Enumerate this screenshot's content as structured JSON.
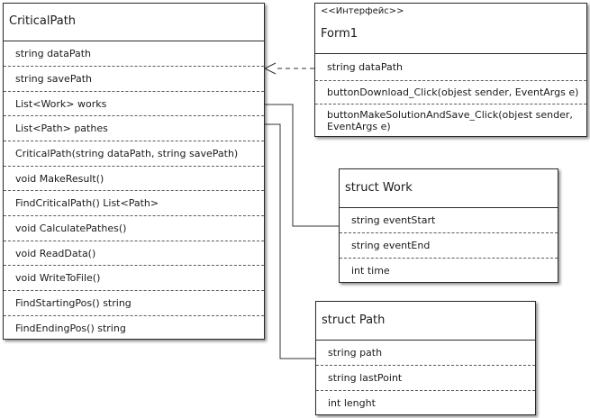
{
  "critical_path": {
    "title": "CriticalPath",
    "members": [
      "string dataPath",
      "string savePath",
      "List<Work> works",
      "List<Path> pathes",
      "CriticalPath(string dataPath, string savePath)",
      "void MakeResult()",
      "FindCriticalPath() List<Path>",
      "void CalculatePathes()",
      "void ReadData()",
      "void WriteToFile()",
      "FindStartingPos() string",
      "FindEndingPos() string"
    ]
  },
  "form1": {
    "stereotype": "<<Интерфейс>>",
    "title": "Form1",
    "members": [
      "string dataPath",
      "buttonDownload_Click(objest sender, EventArgs e)",
      "buttonMakeSolutionAndSave_Click(objest sender, EventArgs e)"
    ]
  },
  "struct_work": {
    "title": "struct Work",
    "members": [
      "string eventStart",
      "string eventEnd",
      "int time"
    ]
  },
  "struct_path": {
    "title": "struct Path",
    "members": [
      "string path",
      "string lastPoint",
      "int lenght"
    ]
  }
}
